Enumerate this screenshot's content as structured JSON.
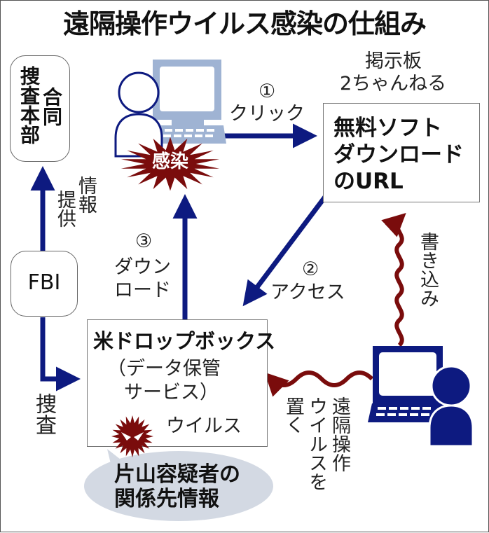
{
  "title": "遠隔操作ウイルス感染の仕組み",
  "nodes": {
    "joint_hq": {
      "line1": "捜査本部",
      "line2": "合同"
    },
    "fbi": {
      "label": "FBI"
    },
    "bbs_caption": {
      "line1": "掲示板",
      "line2": "2ちゃんねる"
    },
    "url_box": {
      "line1": "無料ソフト",
      "line2": "ダウンロード",
      "line3": "のURL"
    },
    "dropbox": {
      "line1": "米ドロップボックス",
      "line2": "（データ保管",
      "line3": "サービス）"
    },
    "virus_label": "ウイルス",
    "infection_badge": "感染",
    "suspect_info": {
      "line1": "片山容疑者の",
      "line2": "関係先情報"
    }
  },
  "edges": {
    "click": {
      "step": "①",
      "label": "クリック"
    },
    "access": {
      "step": "②",
      "label": "アクセス"
    },
    "download": {
      "step": "③",
      "line1": "ダウン",
      "line2": "ロード"
    },
    "info_provide": {
      "line1": "情報",
      "line2": "提供"
    },
    "investigate": {
      "label": "捜査"
    },
    "write": {
      "label": "書き込み"
    },
    "place_virus": {
      "line1": "遠隔操作",
      "line2": "ウイルスを",
      "line3": "置く"
    }
  },
  "colors": {
    "navy": "#0d1a80",
    "dark_red": "#7a0c0c",
    "light_blue_pc": "#9fb3d3",
    "bubble_gray": "#d3d9e3"
  }
}
